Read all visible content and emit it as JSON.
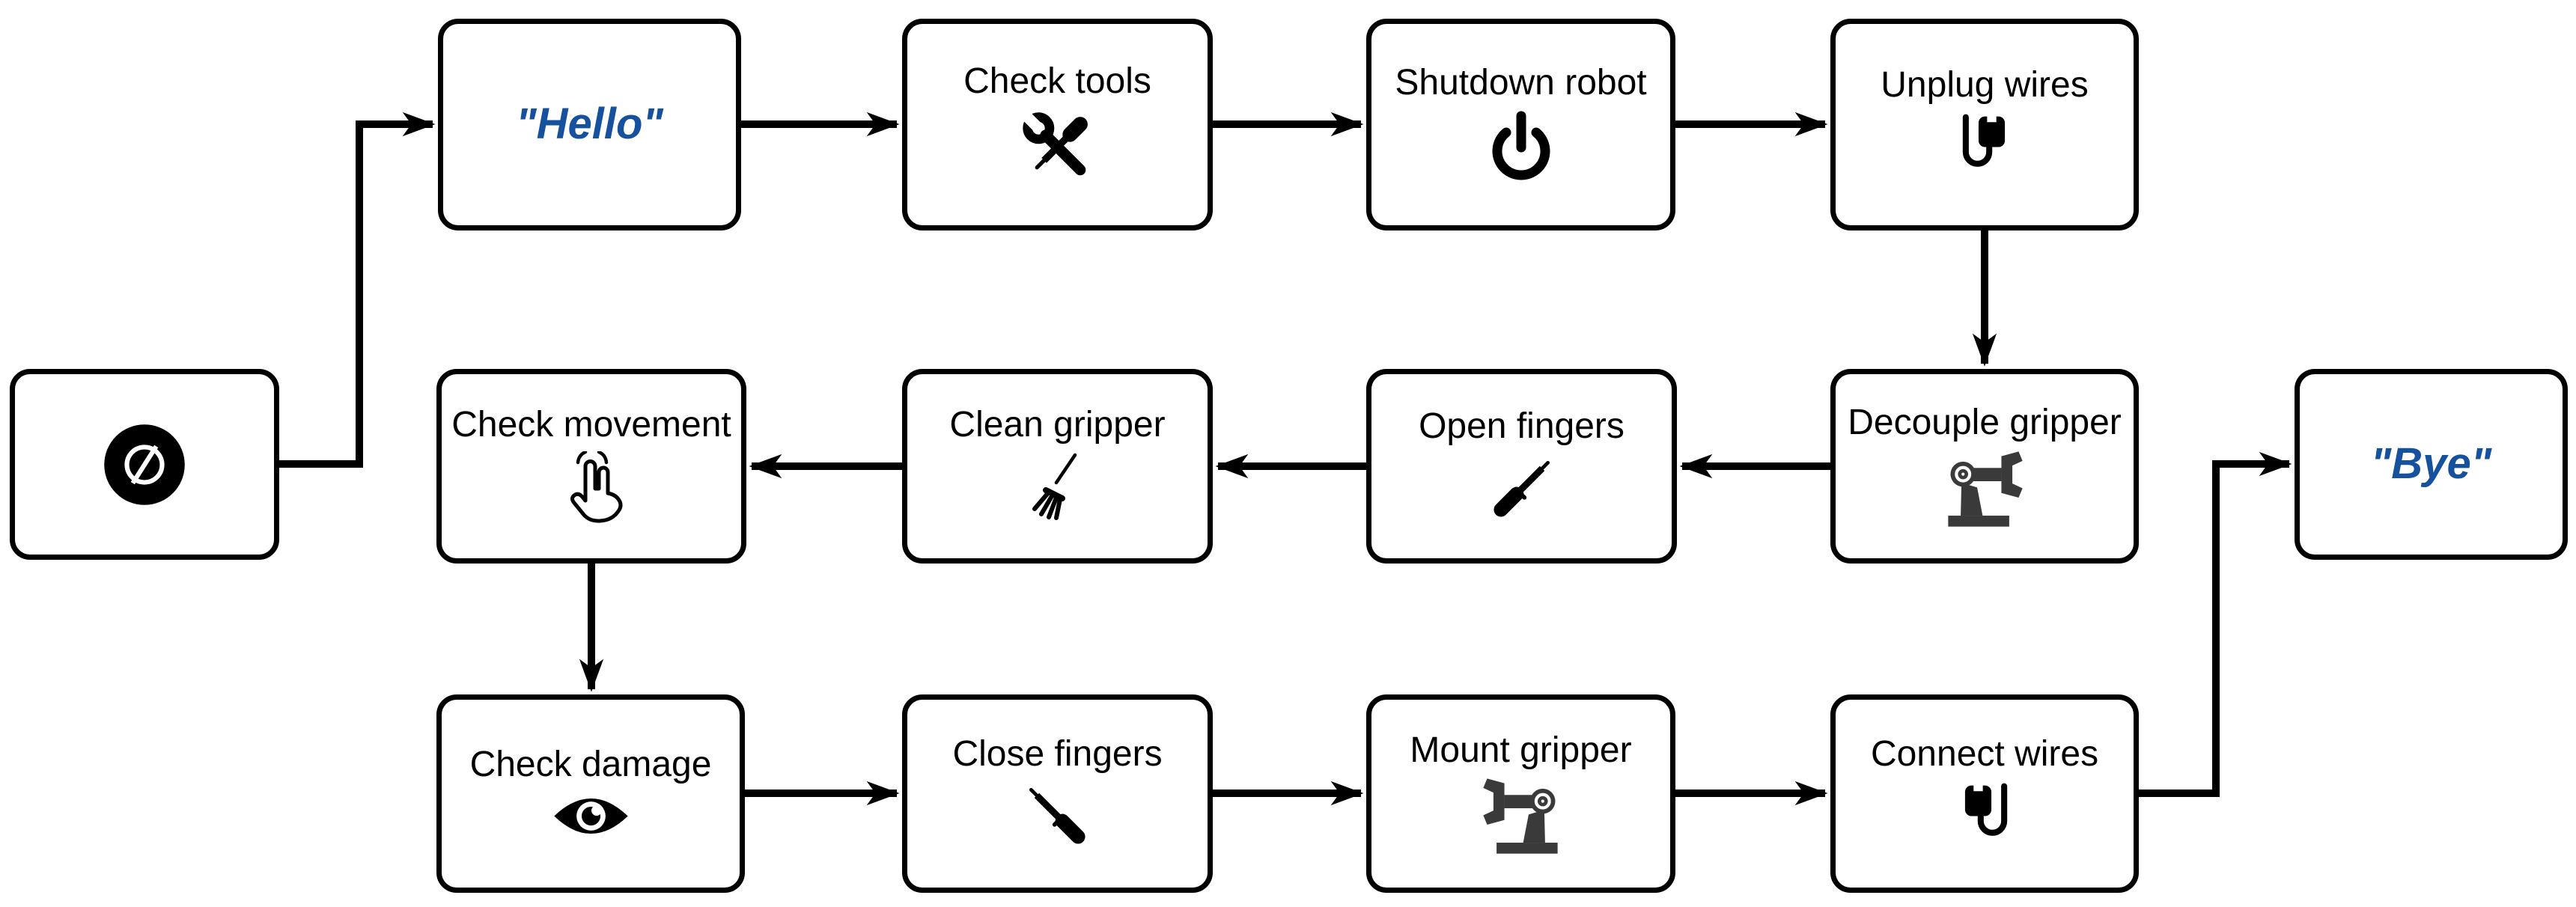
{
  "diagram": {
    "type": "flowchart",
    "background_color": "#ffffff",
    "node_border_color": "#000000",
    "edge_color": "#000000",
    "terminal_text_color": "#15519D",
    "robot_icon_color": "#3A3A3A",
    "nodes": {
      "start": {
        "label": "",
        "icon": "no-entry-icon"
      },
      "hello": {
        "label": "\"Hello\""
      },
      "check_tools": {
        "label": "Check tools",
        "icon": "tools-icon"
      },
      "shutdown_robot": {
        "label": "Shutdown robot",
        "icon": "power-icon"
      },
      "unplug_wires": {
        "label": "Unplug wires",
        "icon": "unplug-icon"
      },
      "decouple_gripper": {
        "label": "Decouple gripper",
        "icon": "robot-arm-icon"
      },
      "open_fingers": {
        "label": "Open fingers",
        "icon": "screwdriver-up-icon"
      },
      "clean_gripper": {
        "label": "Clean gripper",
        "icon": "broom-icon"
      },
      "check_movement": {
        "label": "Check movement",
        "icon": "hand-tap-icon"
      },
      "check_damage": {
        "label": "Check damage",
        "icon": "eye-icon"
      },
      "close_fingers": {
        "label": "Close fingers",
        "icon": "screwdriver-down-icon"
      },
      "mount_gripper": {
        "label": "Mount gripper",
        "icon": "robot-arm-mirrored-icon"
      },
      "connect_wires": {
        "label": "Connect wires",
        "icon": "connect-plug-icon"
      },
      "bye": {
        "label": "\"Bye\""
      }
    },
    "edges": [
      {
        "from": "start",
        "to": "hello"
      },
      {
        "from": "hello",
        "to": "check_tools"
      },
      {
        "from": "check_tools",
        "to": "shutdown_robot"
      },
      {
        "from": "shutdown_robot",
        "to": "unplug_wires"
      },
      {
        "from": "unplug_wires",
        "to": "decouple_gripper"
      },
      {
        "from": "decouple_gripper",
        "to": "open_fingers"
      },
      {
        "from": "open_fingers",
        "to": "clean_gripper"
      },
      {
        "from": "clean_gripper",
        "to": "check_movement"
      },
      {
        "from": "check_movement",
        "to": "check_damage"
      },
      {
        "from": "check_damage",
        "to": "close_fingers"
      },
      {
        "from": "close_fingers",
        "to": "mount_gripper"
      },
      {
        "from": "mount_gripper",
        "to": "connect_wires"
      },
      {
        "from": "connect_wires",
        "to": "bye"
      }
    ]
  }
}
